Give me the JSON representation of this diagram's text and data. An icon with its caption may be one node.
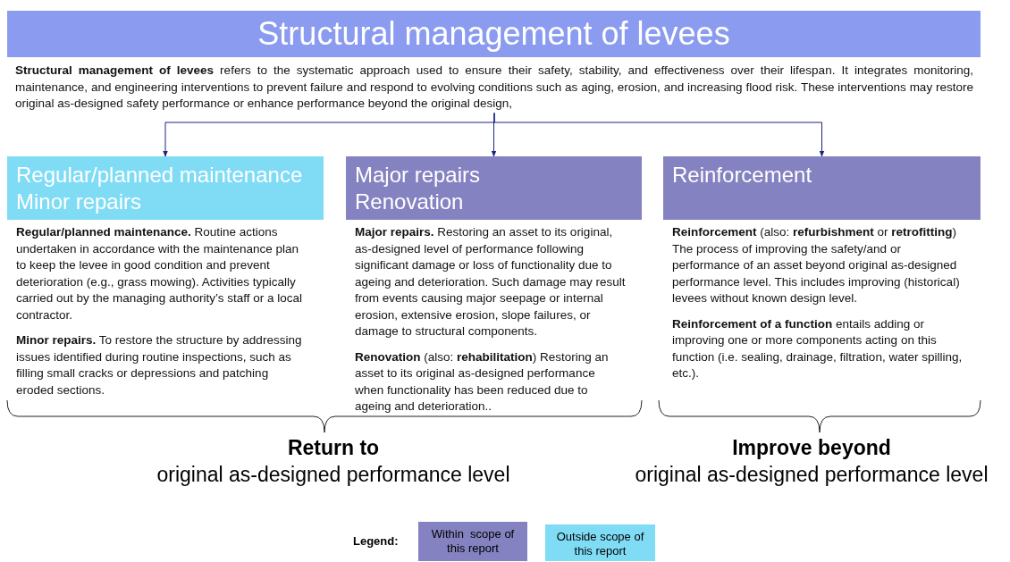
{
  "diagram": {
    "title": "Structural management of levees",
    "nodes": [
      {
        "text": [
          "**Structural management of levees** refers to the systematic approach used to ensure their safety, stability, and effectiveness over their lifespan. It integrates monitoring, maintenance, and engineering interventions to prevent failure and respond to evolving conditions such as aging, erosion, and increasing flood risk. These interventions may restore original as-designed safety performance or enhance performance beyond the original design,"
        ]
      },
      {
        "text": [
          "Regular/planned maintenance",
          "Minor repairs",
          "**Regular/planned maintenance.** Routine actions undertaken in accordance with the maintenance plan to keep the levee in good condition and prevent deterioration (e.g., grass mowing). Activities typically carried out by the managing authority’s staff or a local contractor.",
          "**Minor repairs.** To restore the structure by addressing issues identified during routine inspections, such as filling small cracks or depressions and patching eroded sections."
        ]
      },
      {
        "text": [
          "Major repairs",
          "Renovation",
          "**Major repairs.** Restoring an asset to its original, as-designed level of performance following significant damage or loss of functionality due to ageing and deterioration. Such damage may result from events causing major seepage or internal erosion, extensive erosion, slope failures, or damage to structural components.",
          "**Renovation** (also: **rehabilitation**) Restoring an asset to its original as-designed performance when functionality has been reduced due to ageing and deterioration.."
        ]
      },
      {
        "text": [
          "Reinforcement",
          "**Reinforcement** (also: **refurbishment** or **retrofitting**) The process of improving the safety/and or performance of an asset beyond original as-designed performance level. This includes improving (historical) levees without known design level.",
          "**Reinforcement of a function** entails adding or improving one or more components acting on this function (i.e. sealing, drainage, filtration, water spilling, etc.)."
        ]
      }
    ],
    "edges": [
      {
        "from": 0,
        "to": 1,
        "arrow": "to"
      },
      {
        "from": 0,
        "to": 2,
        "arrow": "to"
      },
      {
        "from": 0,
        "to": 3,
        "arrow": "to"
      }
    ],
    "labels": [
      "Return to",
      "original as-designed performance level",
      "Improve beyond",
      "original as-designed performance level",
      "Legend:"
    ],
    "legend": [
      {
        "text": "Within  scope of this report",
        "color": "#8482c0"
      },
      {
        "text": "Outside scope of this report",
        "color": "#80dcf5"
      }
    ]
  }
}
